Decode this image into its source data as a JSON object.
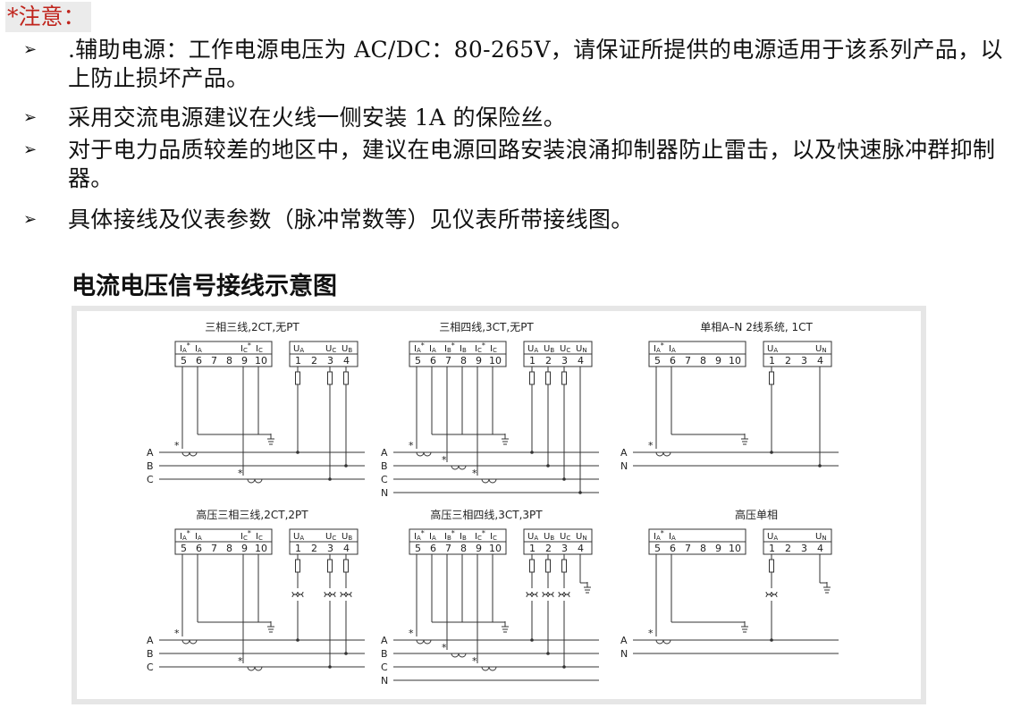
{
  "notice": {
    "heading": "*注意：",
    "bullet_mark": "➢",
    "items": [
      ".辅助电源：工作电源电压为 AC/DC：80-265V，请保证所提供的电源适用于该系列产品，以上防止损坏产品。",
      "采用交流电源建议在火线一侧安装 1A 的保险丝。",
      "对于电力品质较差的地区中，建议在电源回路安装浪涌抑制器防止雷击，以及快速脉冲群抑制器。",
      "具体接线及仪表参数（脉冲常数等）见仪表所带接线图。"
    ]
  },
  "section_title": "电流电压信号接线示意图",
  "diagrams": [
    {
      "title": "三相三线,2CT,无PT",
      "current_labels": [
        "IA*",
        "IA",
        "",
        "",
        "IC*",
        "IC"
      ],
      "voltage_labels": [
        "UA",
        "UC",
        "UB"
      ],
      "lines": [
        "A",
        "B",
        "C"
      ]
    },
    {
      "title": "三相四线,3CT,无PT",
      "current_labels": [
        "IA*",
        "IA",
        "IB*",
        "IB",
        "IC*",
        "IC"
      ],
      "voltage_labels": [
        "UA",
        "UB",
        "UC",
        "UN"
      ],
      "lines": [
        "A",
        "B",
        "C",
        "N"
      ]
    },
    {
      "title": "单相A–N 2线系统, 1CT",
      "current_labels": [
        "IA*",
        "IA"
      ],
      "voltage_labels": [
        "UA",
        "UN"
      ],
      "lines": [
        "A",
        "N"
      ]
    },
    {
      "title": "高压三相三线,2CT,2PT",
      "current_labels": [
        "IA*",
        "IA",
        "",
        "",
        "IC*",
        "IC"
      ],
      "voltage_labels": [
        "UA",
        "UC",
        "UB"
      ],
      "lines": [
        "A",
        "B",
        "C"
      ]
    },
    {
      "title": "高压三相四线,3CT,3PT",
      "current_labels": [
        "IA*",
        "IA",
        "IB*",
        "IB",
        "IC*",
        "IC"
      ],
      "voltage_labels": [
        "UA",
        "UB",
        "UC",
        "UN"
      ],
      "lines": [
        "A",
        "B",
        "C",
        "N"
      ]
    },
    {
      "title": "高压单相",
      "current_labels": [
        "IA*",
        "IA"
      ],
      "voltage_labels": [
        "UA",
        "UN"
      ],
      "lines": [
        "A",
        "N"
      ]
    }
  ],
  "current_terminals": [
    "5",
    "6",
    "7",
    "8",
    "9",
    "10"
  ],
  "voltage_terminals": [
    "1",
    "2",
    "3",
    "4"
  ],
  "colors": {
    "heading": "#c0241c",
    "heading_bg": "#ebebeb",
    "frame": "#e6e6e6"
  }
}
